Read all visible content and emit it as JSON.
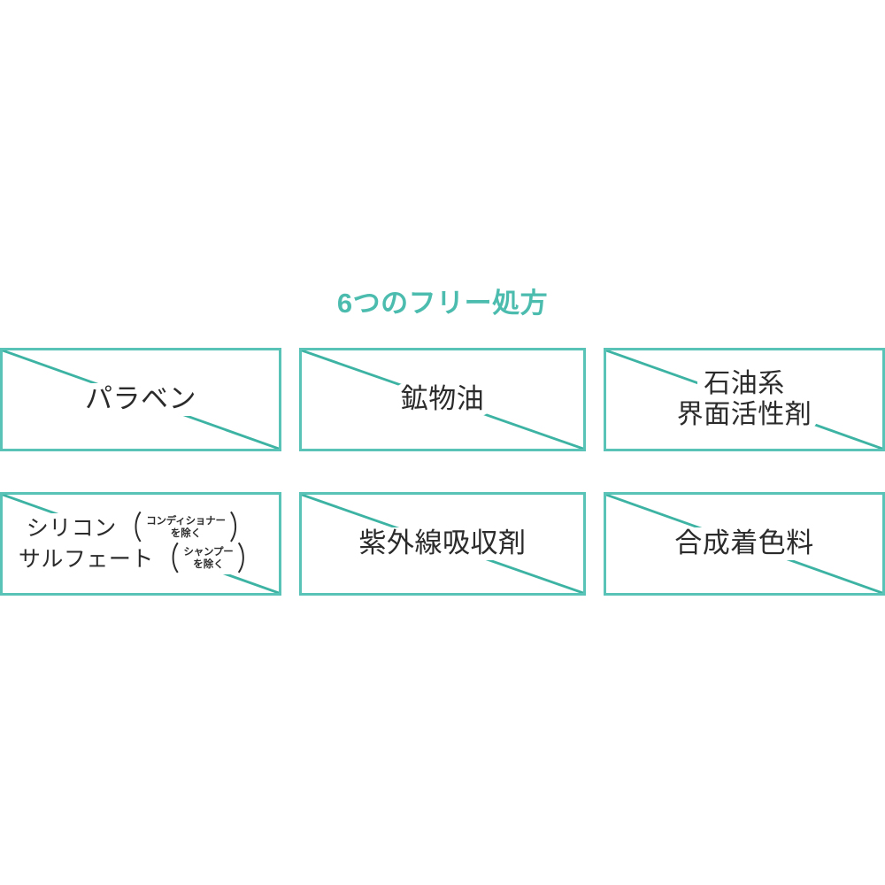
{
  "header": {
    "title": "6つのフリー処方"
  },
  "theme": {
    "accent_color": "#4cbcaf",
    "border_color": "#58c3b6",
    "slash_color": "#3db3a4",
    "text_color": "#2b2b2b",
    "background_color": "#ffffff"
  },
  "free_from_items": [
    {
      "id": "paraben",
      "lines": [
        "パラベン"
      ],
      "note": null
    },
    {
      "id": "mineral-oil",
      "lines": [
        "鉱物油"
      ],
      "note": null
    },
    {
      "id": "petroleum-surfactant",
      "lines": [
        "石油系",
        "界面活性剤"
      ],
      "note": null
    },
    {
      "id": "silicone-sulfate",
      "lines": [
        "シリコン",
        "サルフェート"
      ],
      "notes": [
        {
          "open": "（",
          "top": "コンディショナー",
          "bottom": "を除く",
          "close": "）"
        },
        {
          "open": "（",
          "top": "シャンプー",
          "bottom": "を除く",
          "close": "）"
        }
      ]
    },
    {
      "id": "uv-absorber",
      "lines": [
        "紫外線吸収剤"
      ],
      "note": null
    },
    {
      "id": "synthetic-colorant",
      "lines": [
        "合成着色料"
      ],
      "note": null
    }
  ],
  "labels": {
    "item1_line1": "パラベン",
    "item2_line1": "鉱物油",
    "item3_line1": "石油系",
    "item3_line2": "界面活性剤",
    "item4_line1": "シリコン",
    "item4_line2": "サルフェート",
    "item4_note1_open": "（",
    "item4_note1_top": "コンディショナー",
    "item4_note1_bottom": "を除く",
    "item4_note1_close": "）",
    "item4_note2_open": "（",
    "item4_note2_top": "シャンプー",
    "item4_note2_bottom": "を除く",
    "item4_note2_close": "）",
    "item5_line1": "紫外線吸収剤",
    "item6_line1": "合成着色料"
  }
}
